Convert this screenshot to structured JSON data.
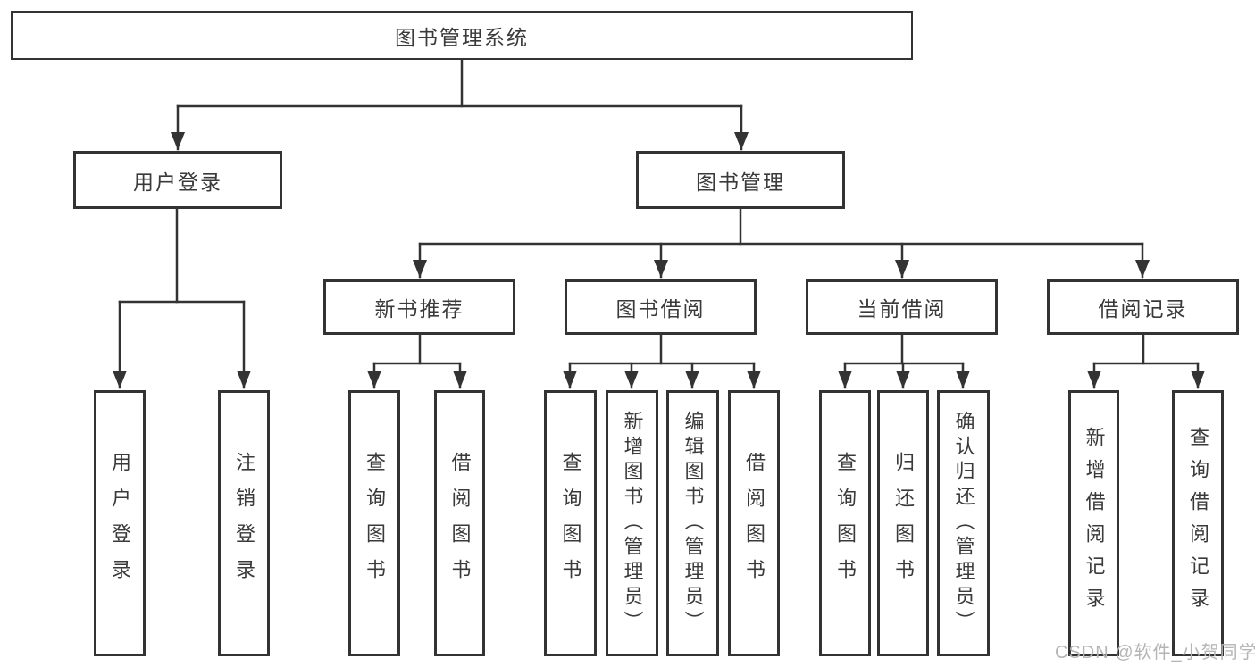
{
  "tree": {
    "root": {
      "label": "图书管理系统"
    },
    "branches": [
      {
        "label": "用户登录",
        "children": [
          {
            "label": "用户登录"
          },
          {
            "label": "注销登录"
          }
        ]
      },
      {
        "label": "图书管理",
        "groups": [
          {
            "label": "新书推荐",
            "children": [
              {
                "label": "查询图书"
              },
              {
                "label": "借阅图书"
              }
            ]
          },
          {
            "label": "图书借阅",
            "children": [
              {
                "label": "查询图书"
              },
              {
                "label": "新增图书（管理员）"
              },
              {
                "label": "编辑图书（管理员）"
              },
              {
                "label": "借阅图书"
              }
            ]
          },
          {
            "label": "当前借阅",
            "children": [
              {
                "label": "查询图书"
              },
              {
                "label": "归还图书"
              },
              {
                "label": "确认归还（管理员）"
              }
            ]
          },
          {
            "label": "借阅记录",
            "children": [
              {
                "label": "新增借阅记录"
              },
              {
                "label": "查询借阅记录"
              }
            ]
          }
        ]
      }
    ]
  },
  "watermark": {
    "text": "CSDN @软件_小贺同学"
  },
  "colors": {
    "line": "#333333",
    "box_border": "#333333",
    "text": "#3a3a3a",
    "watermark": "#b5b5b5",
    "background": "#ffffff"
  }
}
